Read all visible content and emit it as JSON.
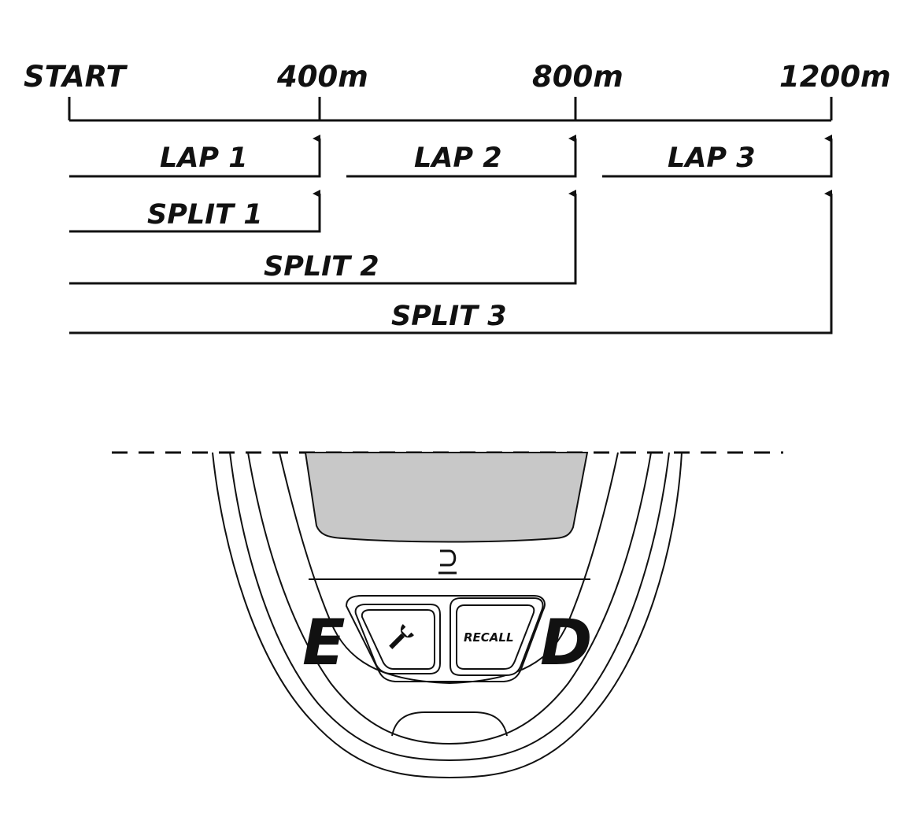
{
  "distance_markers": [
    "START",
    "400m",
    "800m",
    "1200m"
  ],
  "laps": [
    "LAP 1",
    "LAP 2",
    "LAP 3"
  ],
  "splits": [
    "SPLIT 1",
    "SPLIT 2",
    "SPLIT 3"
  ],
  "device": {
    "left_button_letter": "E",
    "right_button_letter": "D",
    "right_button_label": "RECALL",
    "left_button_icon": "wrench-icon",
    "logo_icon": "brand-logo-icon",
    "screen_color": "#c8c8c8"
  }
}
